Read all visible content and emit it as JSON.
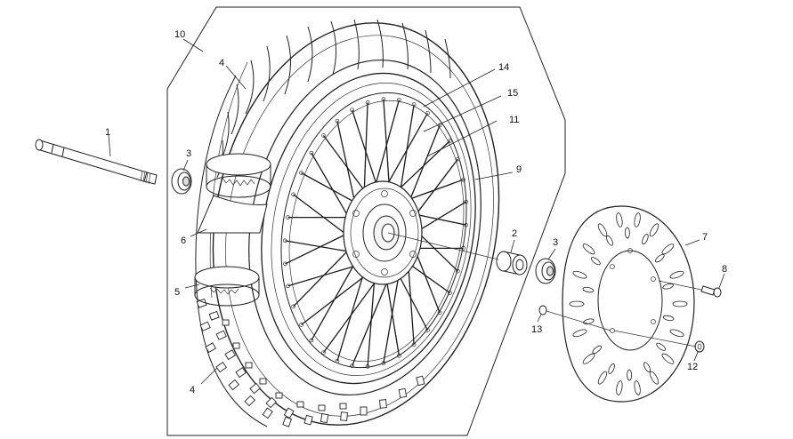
{
  "labels": {
    "p1": "1",
    "p2": "2",
    "p3a": "3",
    "p3b": "3",
    "p4a": "4",
    "p4b": "4",
    "p5": "5",
    "p6": "6",
    "p7": "7",
    "p8": "8",
    "p9": "9",
    "p10": "10",
    "p11": "11",
    "p12": "12",
    "p13": "13",
    "p14": "14",
    "p15": "15"
  }
}
